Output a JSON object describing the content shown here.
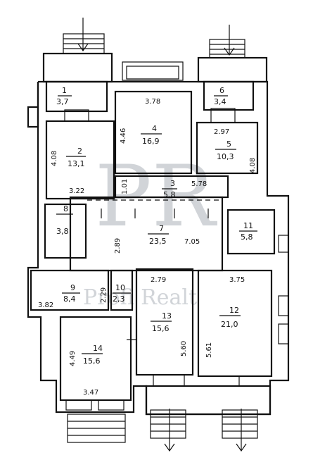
{
  "rooms": [
    {
      "id": "1",
      "area": "3,7"
    },
    {
      "id": "2",
      "area": "13,1"
    },
    {
      "id": "3",
      "area": "5.8"
    },
    {
      "id": "4",
      "area": "16,9"
    },
    {
      "id": "5",
      "area": "10,3"
    },
    {
      "id": "6",
      "area": "3,4"
    },
    {
      "id": "7",
      "area": "23,5"
    },
    {
      "id": "8",
      "area": "3,8"
    },
    {
      "id": "9",
      "area": "8,4"
    },
    {
      "id": "10",
      "area": "2,3"
    },
    {
      "id": "11",
      "area": "5,8"
    },
    {
      "id": "12",
      "area": "21,0"
    },
    {
      "id": "13",
      "area": "15,6"
    },
    {
      "id": "14",
      "area": "15,6"
    }
  ],
  "dimensions": [
    "3.78",
    "4.46",
    "2.97",
    "4.08",
    "4.08",
    "3.22",
    "1.01",
    "5.78",
    "2.89",
    "7.05",
    "2.79",
    "3.75",
    "2.29",
    "3.82",
    "5.60",
    "5.61",
    "4.49",
    "3.47"
  ],
  "watermark": {
    "monogram": "PR",
    "text": "Profi Realt"
  }
}
